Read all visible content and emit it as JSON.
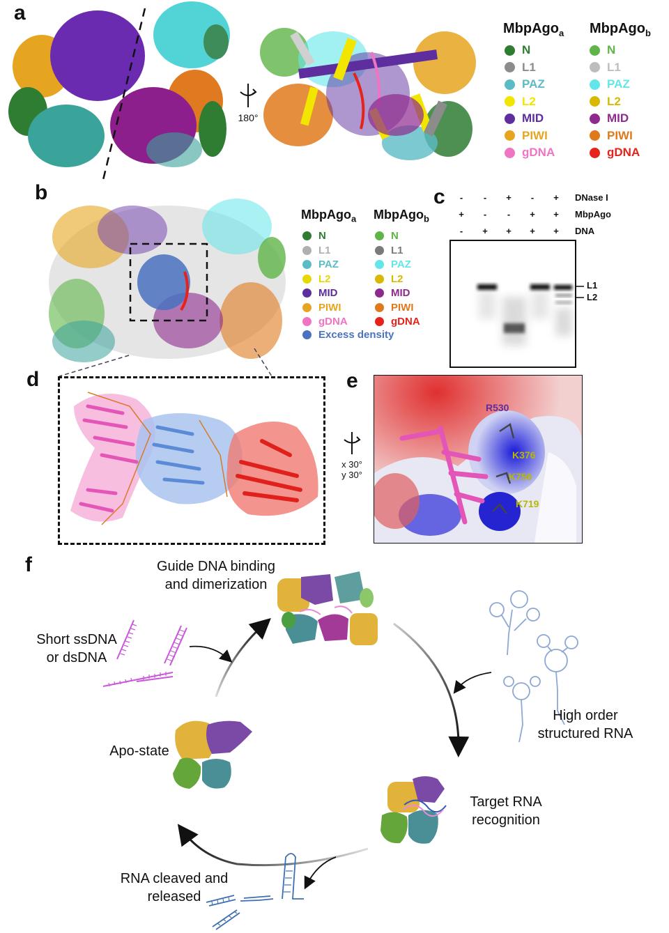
{
  "panels": {
    "a": "a",
    "b": "b",
    "c": "c",
    "d": "d",
    "e": "e",
    "f": "f"
  },
  "panel_a": {
    "rotation": "180°",
    "legend": {
      "col_a_title": "MbpAgo",
      "col_a_sub": "a",
      "col_b_title": "MbpAgo",
      "col_b_sub": "b",
      "col_a": [
        {
          "label": "N",
          "color": "#2e7d32"
        },
        {
          "label": "L1",
          "color": "#8c8c8c"
        },
        {
          "label": "PAZ",
          "color": "#5bbcc6"
        },
        {
          "label": "L2",
          "color": "#f2e500"
        },
        {
          "label": "MID",
          "color": "#5e2d9e"
        },
        {
          "label": "PIWI",
          "color": "#e6a520"
        },
        {
          "label": "gDNA",
          "color": "#f074c4"
        }
      ],
      "col_b": [
        {
          "label": "N",
          "color": "#5fb548"
        },
        {
          "label": "L1",
          "color": "#bdbdbd"
        },
        {
          "label": "PAZ",
          "color": "#63e6ea"
        },
        {
          "label": "L2",
          "color": "#d8b800"
        },
        {
          "label": "MID",
          "color": "#8e2a8e"
        },
        {
          "label": "PIWI",
          "color": "#df7a1c"
        },
        {
          "label": "gDNA",
          "color": "#e5231b"
        }
      ]
    }
  },
  "panel_b": {
    "legend": {
      "col_a_title": "MbpAgo",
      "col_a_sub": "a",
      "col_b_title": "MbpAgo",
      "col_b_sub": "b",
      "col_a": [
        {
          "label": "N",
          "color": "#2e7d32"
        },
        {
          "label": "L1",
          "color": "#b0b0b0"
        },
        {
          "label": "PAZ",
          "color": "#5bbcc6"
        },
        {
          "label": "L2",
          "color": "#e6d800"
        },
        {
          "label": "MID",
          "color": "#5e2d9e"
        },
        {
          "label": "PIWI",
          "color": "#e6a520"
        },
        {
          "label": "gDNA",
          "color": "#f074c4"
        }
      ],
      "col_b": [
        {
          "label": "N",
          "color": "#5fb548"
        },
        {
          "label": "L1",
          "color": "#7a7a7a"
        },
        {
          "label": "PAZ",
          "color": "#63e6ea"
        },
        {
          "label": "L2",
          "color": "#d8b800"
        },
        {
          "label": "MID",
          "color": "#8e2a8e"
        },
        {
          "label": "PIWI",
          "color": "#df7a1c"
        },
        {
          "label": "gDNA",
          "color": "#e5231b"
        }
      ],
      "excess": {
        "label": "Excess density",
        "color": "#4a72c0"
      }
    }
  },
  "panel_c": {
    "rows": [
      {
        "label": "DNase I",
        "symbols": [
          "-",
          "-",
          "+",
          "-",
          "+"
        ]
      },
      {
        "label": "MbpAgo",
        "symbols": [
          "+",
          "-",
          "-",
          "+",
          "+"
        ]
      },
      {
        "label": "DNA",
        "symbols": [
          "-",
          "+",
          "+",
          "+",
          "+"
        ]
      }
    ],
    "band_labels": [
      "L1",
      "L2"
    ]
  },
  "panel_e": {
    "rotation_x": "x 30°",
    "rotation_y": "y 30°",
    "residues": [
      {
        "label": "R530",
        "color": "#5e2d9e"
      },
      {
        "label": "K376",
        "color": "#b8b800"
      },
      {
        "label": "K756",
        "color": "#b8b800"
      },
      {
        "label": "K719",
        "color": "#b8b800"
      }
    ]
  },
  "panel_f": {
    "guide_binding": "Guide DNA binding\nand dimerization",
    "short_dna": "Short ssDNA\nor dsDNA",
    "high_order": "High order\nstructured RNA",
    "apo": "Apo-state",
    "target": "Target RNA\nrecognition",
    "cleaved": "RNA cleaved and\nreleased"
  }
}
